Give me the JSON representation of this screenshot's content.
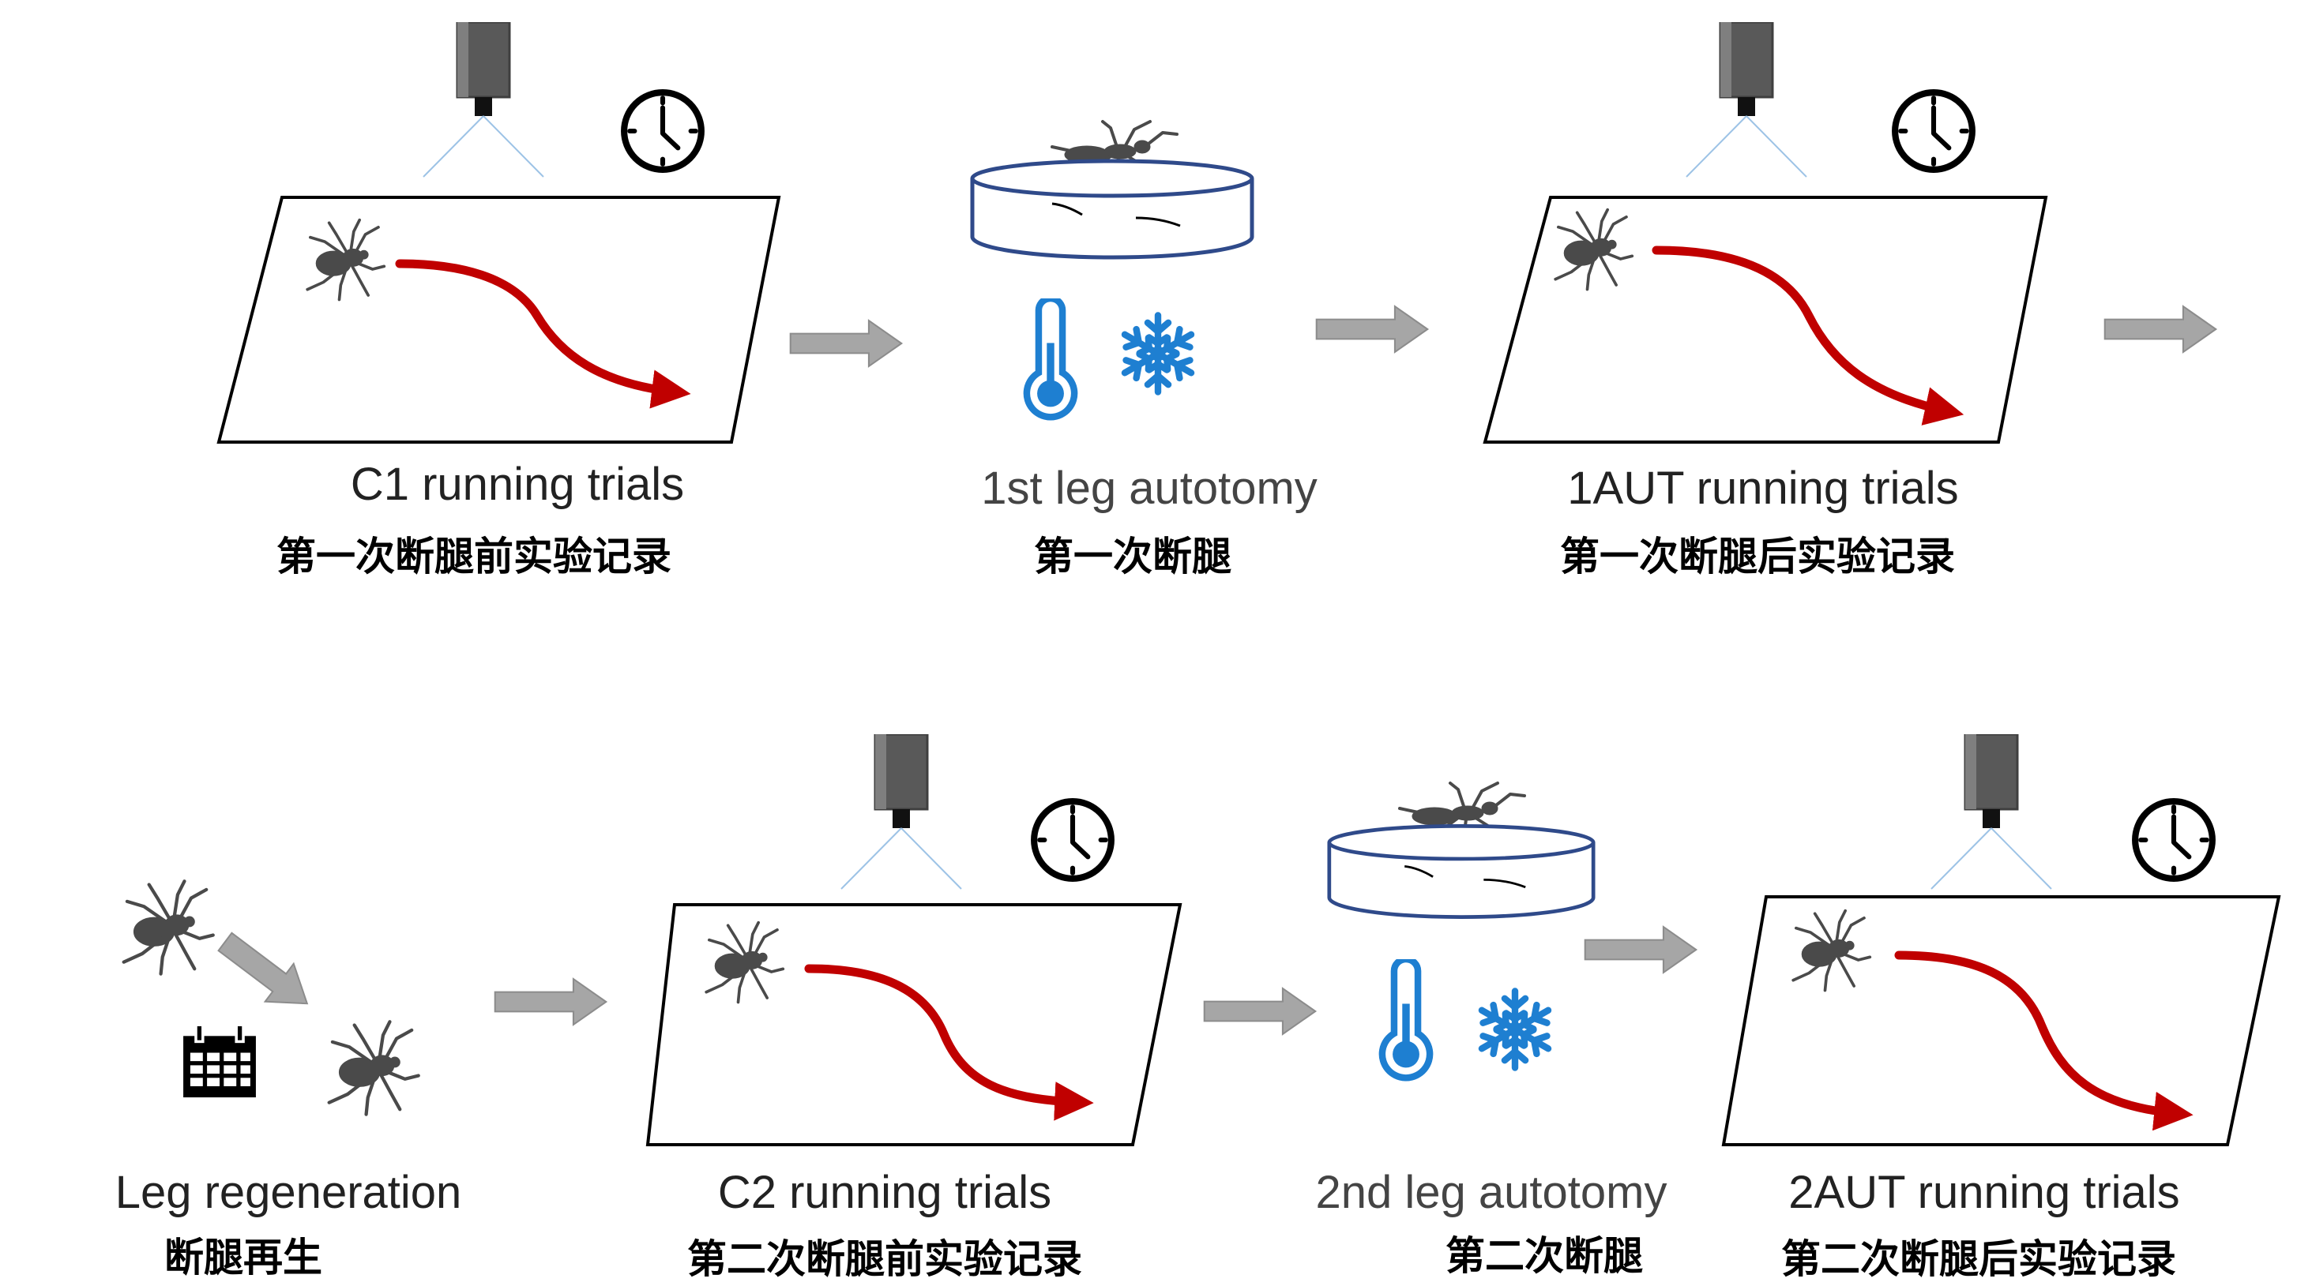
{
  "colors": {
    "trajectory": "#c00000",
    "flow_arrow": "#a6a6a6",
    "container_stroke": "#2f4a8a",
    "cold_icon": "#1e7fd1",
    "spider": "#4a4a4a",
    "camera": "#595959",
    "camera_rays": "#9dc3e6"
  },
  "icons": [
    "camera-icon",
    "clock-icon",
    "spider-icon",
    "thermometer-icon",
    "snowflake-icon",
    "calendar-icon",
    "petri-dish-icon"
  ],
  "steps": {
    "c1": {
      "en": "C1 running trials",
      "zh": "第一次断腿前实验记录"
    },
    "aut1": {
      "en": "1st leg autotomy",
      "zh": "第一次断腿"
    },
    "aut1_trials": {
      "en": "1AUT running trials",
      "zh": "第一次断腿后实验记录"
    },
    "regen": {
      "en": "Leg regeneration",
      "zh": "断腿再生"
    },
    "c2": {
      "en": "C2 running trials",
      "zh": "第二次断腿前实验记录"
    },
    "aut2": {
      "en": "2nd leg autotomy",
      "zh": "第二次断腿"
    },
    "aut2_trials": {
      "en": "2AUT running trials",
      "zh": "第二次断腿后实验记录"
    }
  }
}
